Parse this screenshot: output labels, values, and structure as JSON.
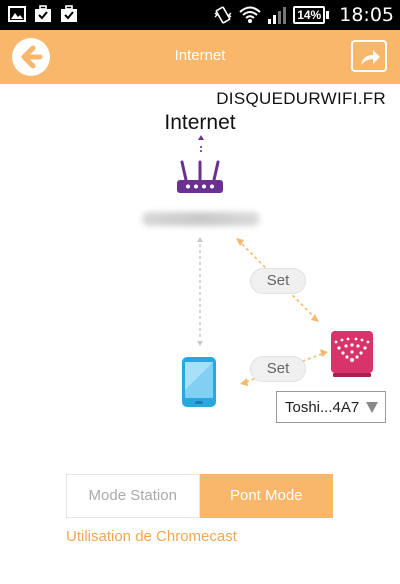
{
  "status_bar": {
    "battery": "14%",
    "time": "18:05",
    "icons": [
      "image-icon",
      "briefcase-check-icon",
      "briefcase-check-icon",
      "vibrate-icon",
      "wifi-icon",
      "signal-icon",
      "battery-icon"
    ]
  },
  "header": {
    "title": "Internet",
    "back_icon": "back-arrow-icon",
    "share_icon": "share-icon",
    "color": "#f9b76b"
  },
  "watermark": "DISQUEDURWIFI.FR",
  "diagram": {
    "internet_label": "Internet",
    "router_icon": "router-icon",
    "router_color": "#6a3191",
    "set_buttons": [
      "Set",
      "Set"
    ],
    "phone_icon": "smartphone-icon",
    "phone_color": "#29a8e0",
    "chromecast_icon": "wifi-disk-icon",
    "chromecast_color": "#d8336b",
    "device_select": {
      "value": "Toshi...4A7"
    },
    "link_color_wired": "#c8c8c8",
    "link_color_wireless": "#f9b76b"
  },
  "mode_toggle": {
    "options": [
      "Mode Station",
      "Pont Mode"
    ],
    "selected": "Pont Mode"
  },
  "chromecast_link": "Utilisation de Chromecast"
}
